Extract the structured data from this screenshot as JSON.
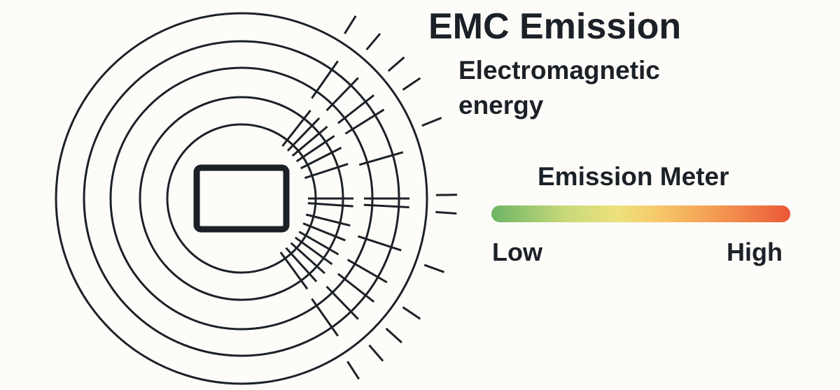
{
  "title": "EMC Emission",
  "subtitle_lines": [
    "Electromagnetic",
    "energy"
  ],
  "meter": {
    "title": "Emission Meter",
    "low_label": "Low",
    "high_label": "High",
    "gradient_colors": [
      "#6cb565",
      "#ede27d",
      "#f4a256",
      "#ea5536"
    ]
  },
  "icons": {
    "device": "device-rectangle-icon"
  },
  "colors": {
    "ink": "#1c2128",
    "background": "#fdfcf8"
  }
}
